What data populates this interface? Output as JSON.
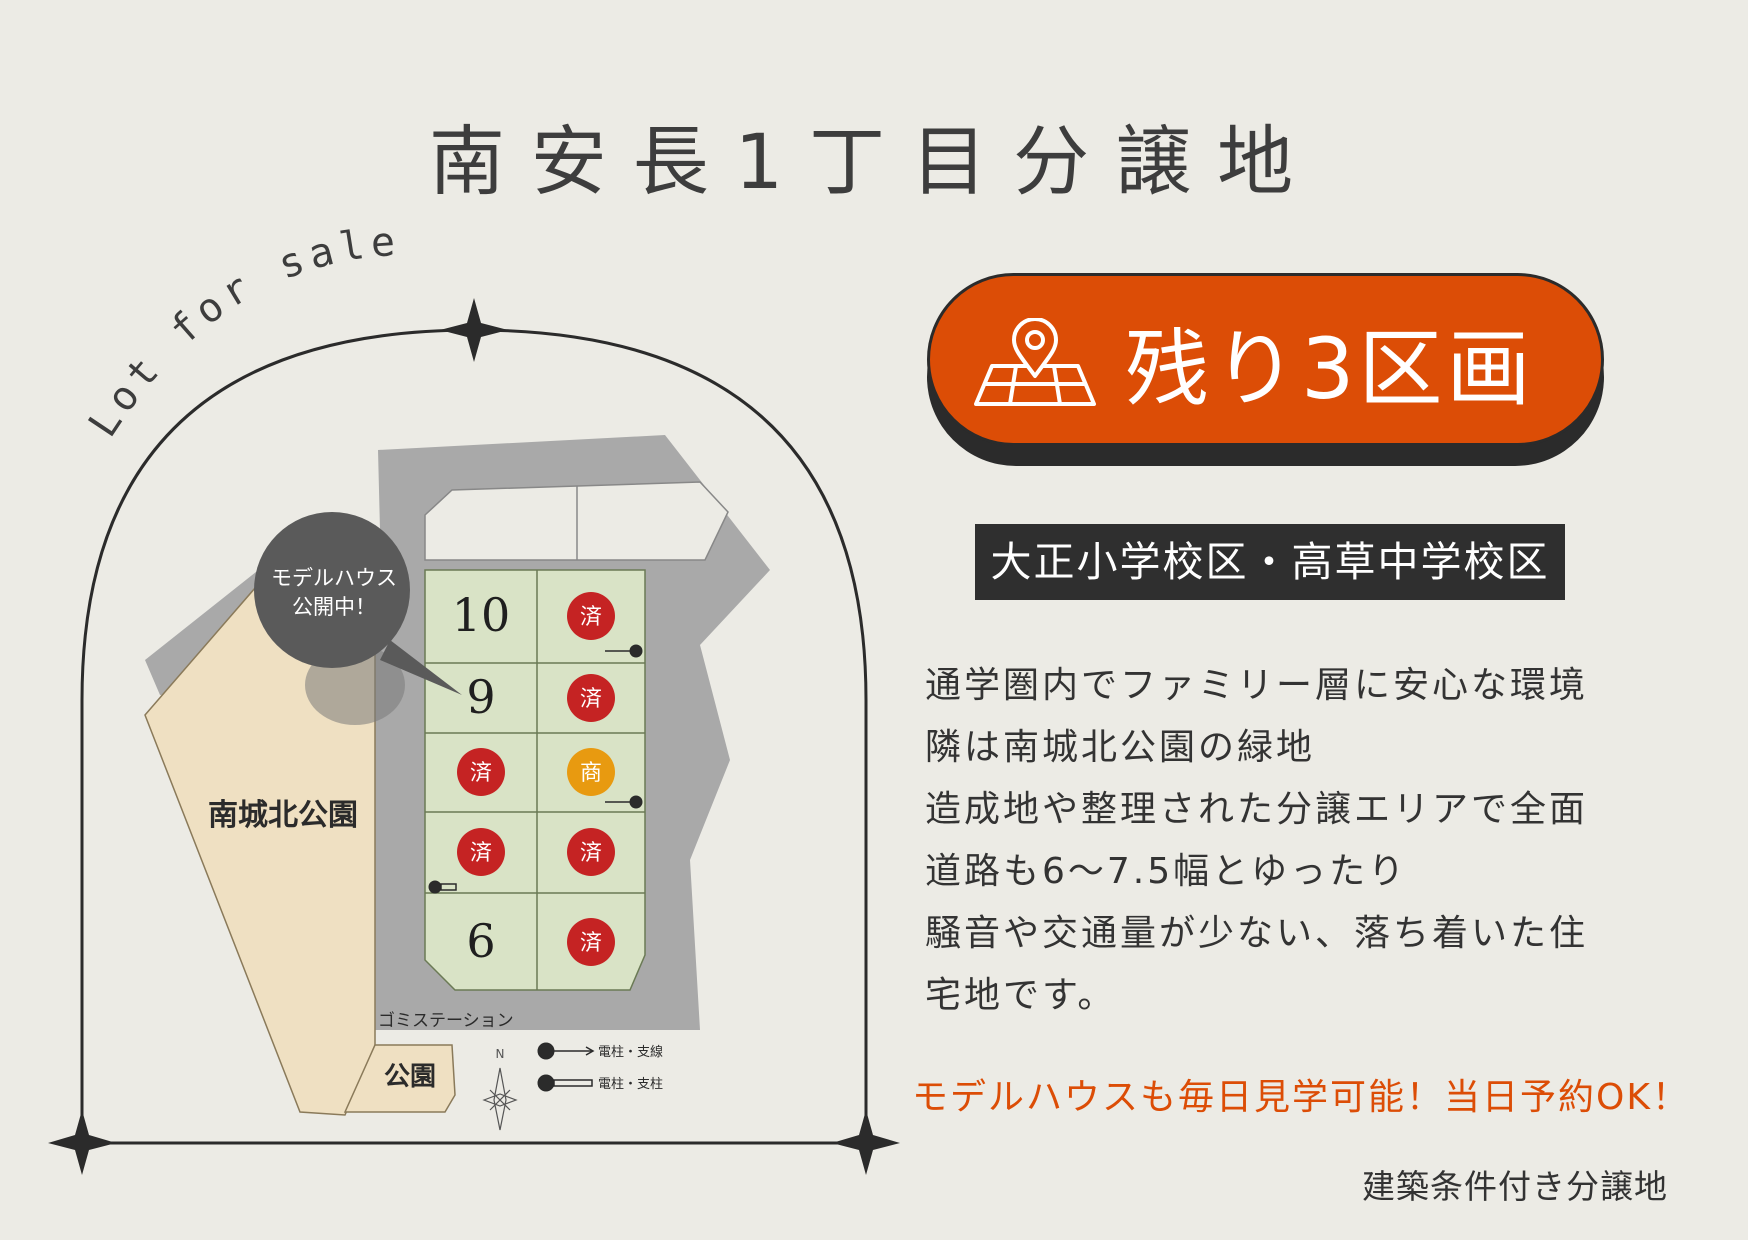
{
  "title": "南安長1丁目分譲地",
  "map": {
    "curved_label": "Lot for sale",
    "park_label": "南城北公園",
    "small_park_label": "公園",
    "garbage_label": "ゴミステーション",
    "model_house_callout": {
      "line1": "モデルハウス",
      "line2": "公開中！"
    },
    "lots": [
      {
        "number": "10",
        "status": ""
      },
      {
        "number": "",
        "status": "済"
      },
      {
        "number": "9",
        "status": ""
      },
      {
        "number": "",
        "status": "済"
      },
      {
        "number": "",
        "status": "済"
      },
      {
        "number": "",
        "status": "商"
      },
      {
        "number": "",
        "status": "済"
      },
      {
        "number": "",
        "status": "済"
      },
      {
        "number": "6",
        "status": ""
      },
      {
        "number": "",
        "status": "済"
      }
    ],
    "legend": [
      {
        "icon": "pole-wire-icon",
        "label": "電柱・支線"
      },
      {
        "icon": "pole-support-icon",
        "label": "電柱・支柱"
      }
    ],
    "compass_label": "N",
    "colors": {
      "lot_green": "#d9e3c6",
      "park_beige": "#efe0c2",
      "road_gray": "#a9a9a9",
      "sold_red": "#c52323",
      "negotiating_orange": "#e89a10"
    }
  },
  "remaining_badge": {
    "text": "残り3区画",
    "icon": "map-pin-icon",
    "color": "#dc4d06"
  },
  "school_district": "大正小学校区・高草中学校区",
  "description_lines": [
    "通学圏内でファミリー層に安心な環境",
    "隣は南城北公園の緑地",
    "造成地や整理された分譲エリアで全面",
    "道路も6〜7.5幅とゆったり",
    "騒音や交通量が少ない、落ち着いた住",
    "宅地です。"
  ],
  "cta": "モデルハウスも毎日見学可能！当日予約OK！",
  "condition": "建築条件付き分譲地"
}
